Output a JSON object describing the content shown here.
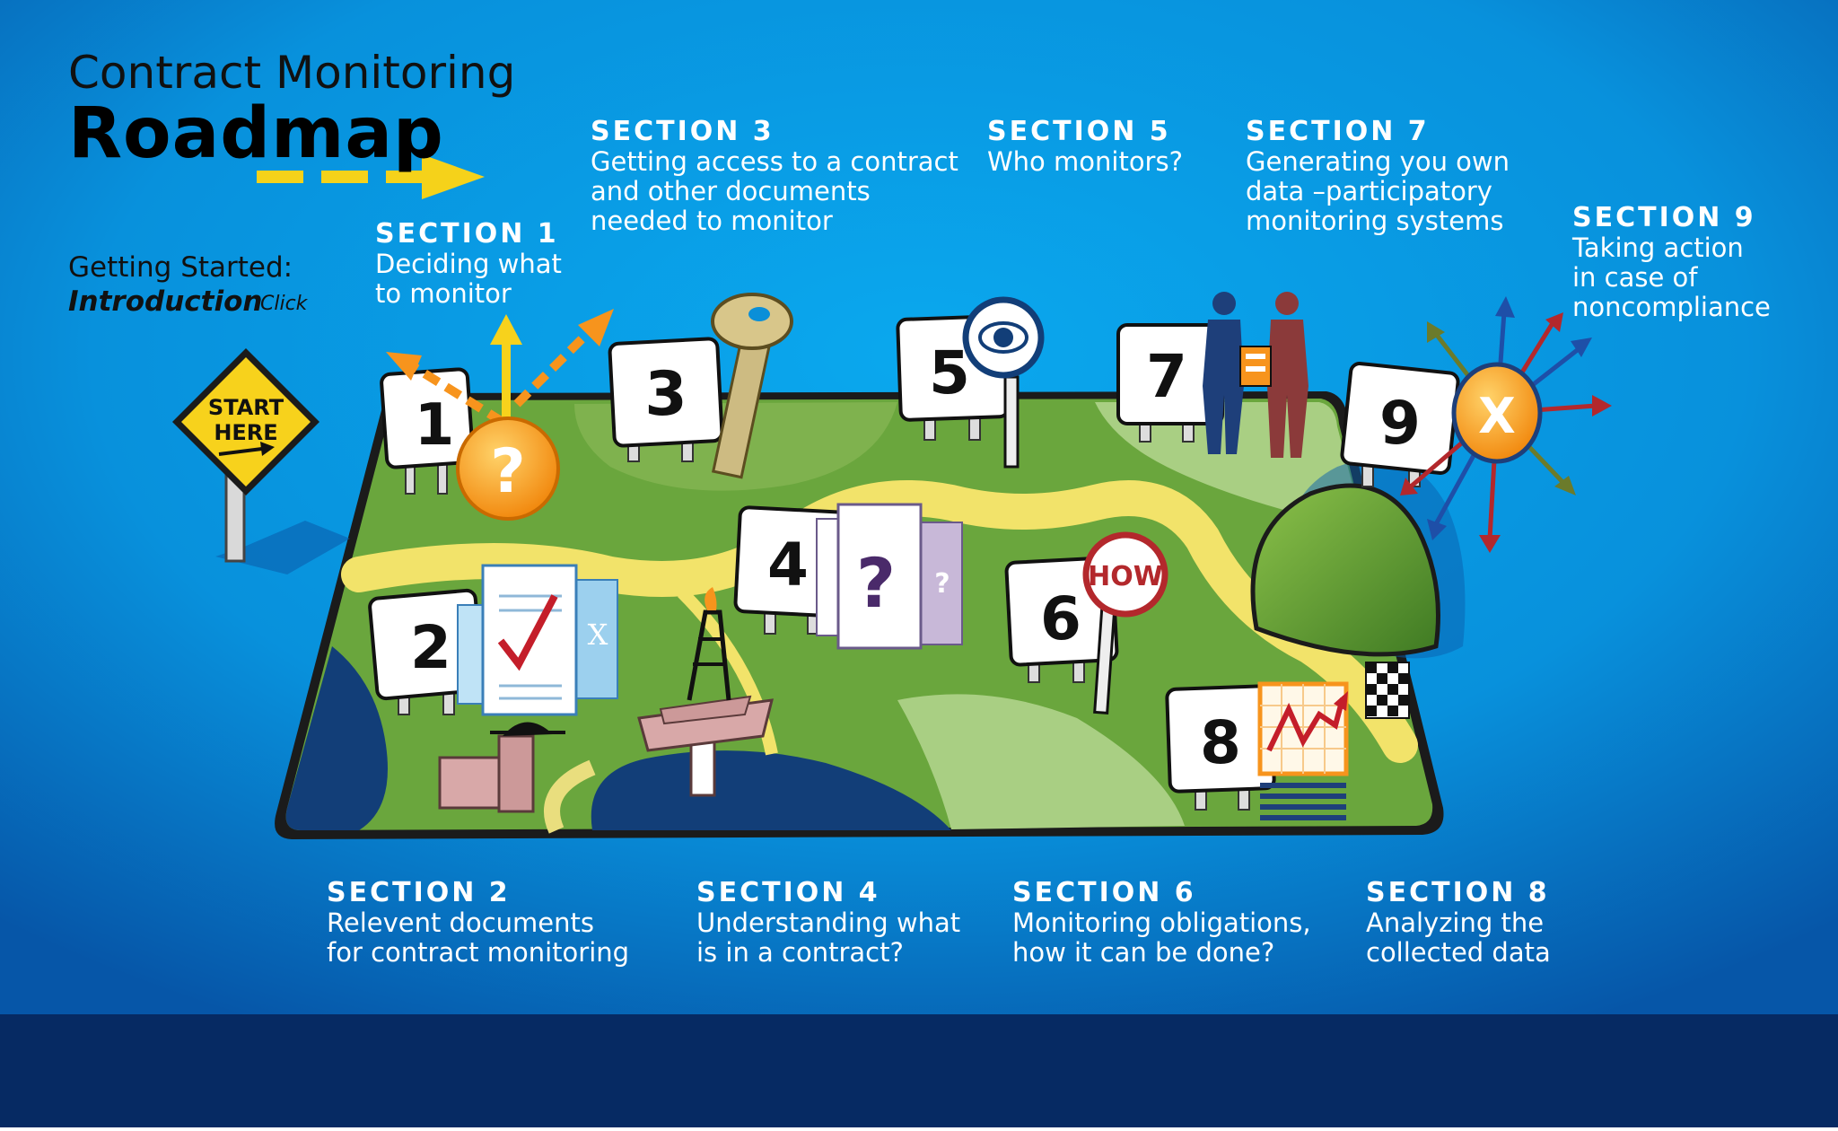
{
  "header": {
    "title_line1": "Contract Monitoring",
    "title_line2": "Roadmap"
  },
  "getting_started": {
    "label": "Getting Started:",
    "link": "Introduction",
    "click": "Click"
  },
  "start_sign": {
    "line1": "START",
    "line2": "HERE"
  },
  "sections": [
    {
      "number": "1",
      "title": "SECTION 1",
      "description": "Deciding what\nto monitor"
    },
    {
      "number": "2",
      "title": "SECTION 2",
      "description": "Relevent documents\nfor contract monitoring"
    },
    {
      "number": "3",
      "title": "SECTION 3",
      "description": "Getting access to a contract\nand other documents\nneeded to monitor"
    },
    {
      "number": "4",
      "title": "SECTION 4",
      "description": "Understanding what\nis in a contract?"
    },
    {
      "number": "5",
      "title": "SECTION 5",
      "description": "Who monitors?"
    },
    {
      "number": "6",
      "title": "SECTION 6",
      "description": "Monitoring obligations,\nhow it can be done?"
    },
    {
      "number": "7",
      "title": "SECTION 7",
      "description": "Generating you own\ndata –participatory\nmonitoring systems"
    },
    {
      "number": "8",
      "title": "SECTION 8",
      "description": "Analyzing the\ncollected data"
    },
    {
      "number": "9",
      "title": "SECTION 9",
      "description": "Taking action\nin case of\nnoncompliance"
    }
  ],
  "icons": {
    "question_mark": "?",
    "how_sign": "HOW",
    "action_mark": "X",
    "doc_x": "X"
  },
  "colors": {
    "background_top": "#0a4fa8",
    "background_bottom": "#0096e6",
    "footer": "#062a63",
    "land": "#6aa63d",
    "road": "#f2e36a",
    "arrow_yellow": "#f5d21a",
    "orange": "#f7941d"
  }
}
